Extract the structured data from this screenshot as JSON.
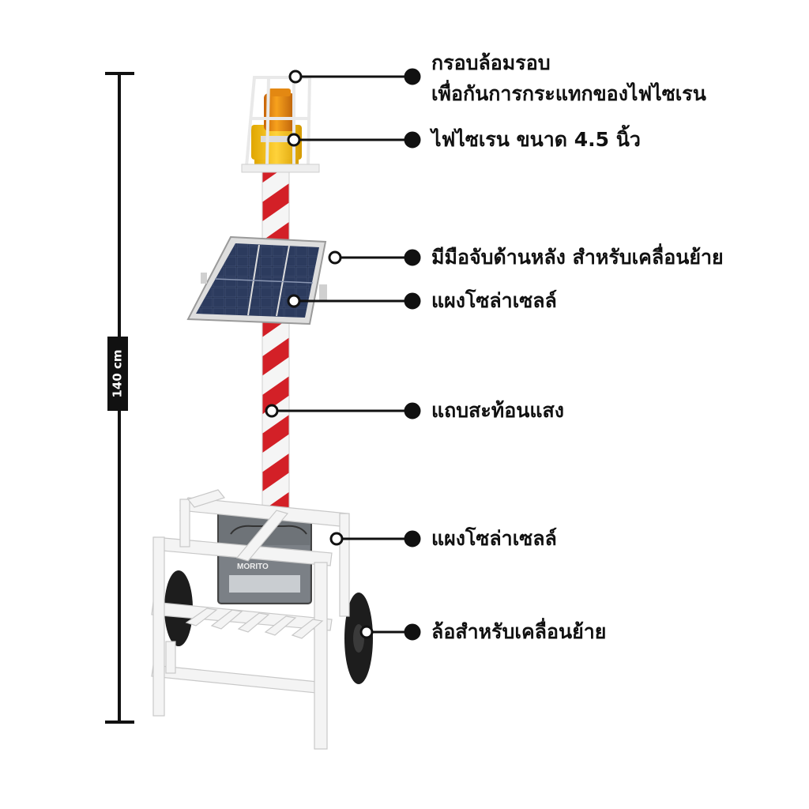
{
  "dimension": {
    "label": "140 cm"
  },
  "callouts": [
    {
      "line1": "กรอบล้อมรอบ",
      "line2": "เพื่อกันการกระแทกของไฟไซเรน"
    },
    {
      "text": "ไฟไซเรน ขนาด 4.5 นิ้ว"
    },
    {
      "text": "มีมือจับด้านหลัง สำหรับเคลื่อนย้าย"
    },
    {
      "text": "แผงโซล่าเซลล์"
    },
    {
      "text": "แถบสะท้อนแสง"
    },
    {
      "text": "แผงโซล่าเซลล์"
    },
    {
      "text": "ล้อสำหรับเคลื่อนย้าย"
    }
  ],
  "battery_brand": "MORITO",
  "colors": {
    "stripe_red": "#d32027",
    "stripe_white": "#f5f5f5",
    "siren": "#f29a1a",
    "frame": "#f4f4f4",
    "panel": "#24324f",
    "ink": "#111111"
  }
}
